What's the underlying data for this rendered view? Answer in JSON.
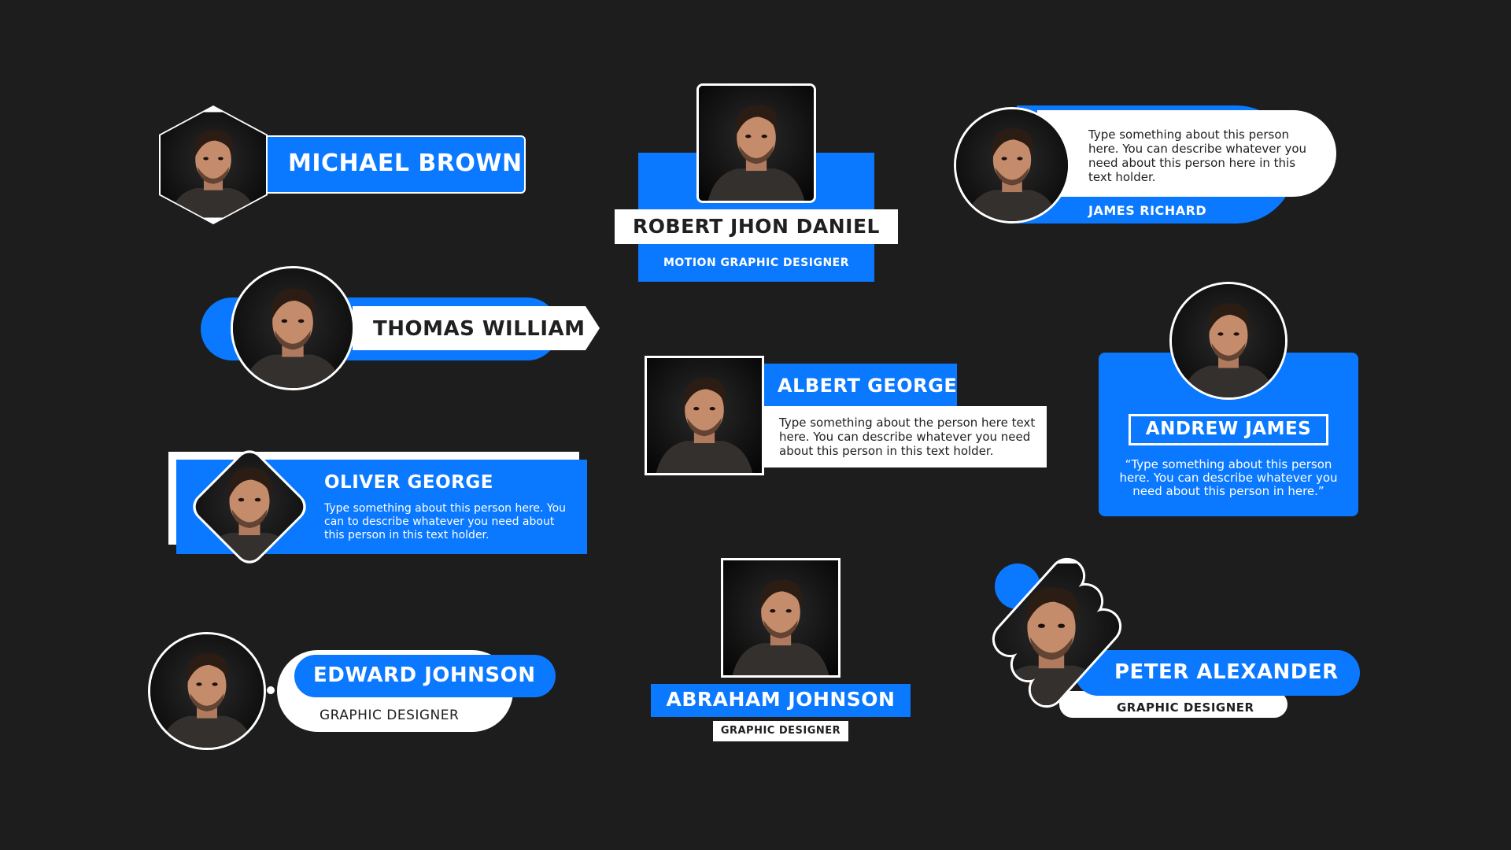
{
  "colors": {
    "background": "#1d1d1d",
    "accent": "#0a78ff",
    "white": "#ffffff",
    "text_dark": "#202020"
  },
  "cards": {
    "michael": {
      "name": "MICHAEL BROWN"
    },
    "robert": {
      "name": "ROBERT JHON DANIEL",
      "role": "MOTION GRAPHIC DESIGNER"
    },
    "james": {
      "name": "JAMES RICHARD",
      "description": "Type something about this person here. You can describe whatever you need about this person here in this text holder."
    },
    "thomas": {
      "name": "THOMAS WILLIAM"
    },
    "albert": {
      "name": "ALBERT GEORGE",
      "description": "Type something about the person here text here. You can describe whatever you need about this person in this text holder."
    },
    "andrew": {
      "name": "ANDREW JAMES",
      "description": "“Type something about this person here. You can describe whatever you need about this person in here.”"
    },
    "oliver": {
      "name": "OLIVER GEORGE",
      "description": "Type something about this person here. You can to describe whatever you need about this person in this text holder."
    },
    "edward": {
      "name": "EDWARD JOHNSON",
      "role": "GRAPHIC DESIGNER"
    },
    "abraham": {
      "name": "ABRAHAM JOHNSON",
      "role": "GRAPHIC DESIGNER"
    },
    "peter": {
      "name": "PETER ALEXANDER",
      "role": "GRAPHIC DESIGNER"
    }
  }
}
